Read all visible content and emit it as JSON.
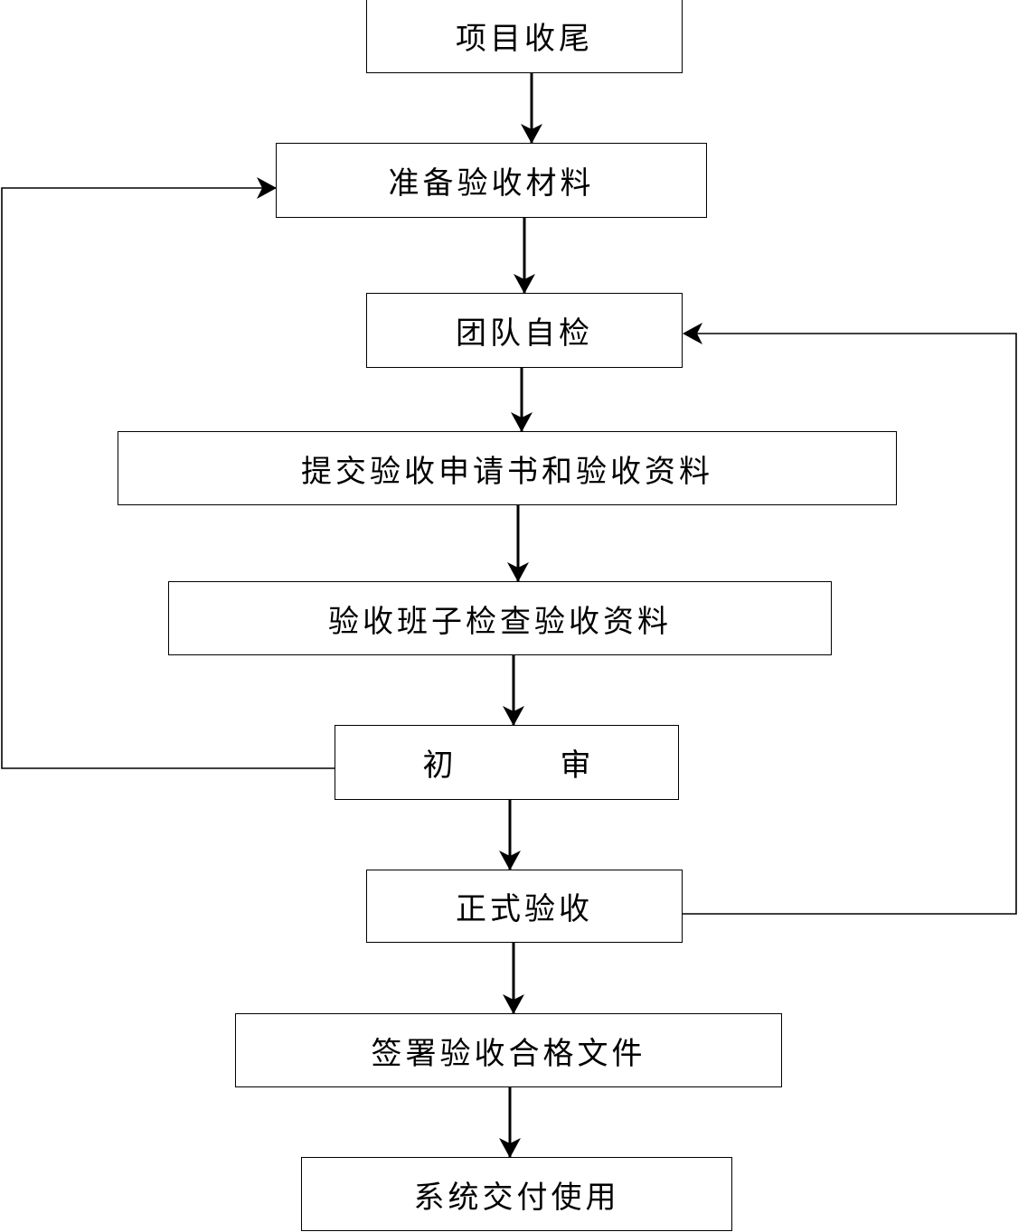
{
  "flowchart": {
    "nodes": [
      {
        "id": "project-closeout",
        "label": "项目收尾"
      },
      {
        "id": "prepare-materials",
        "label": "准备验收材料"
      },
      {
        "id": "team-self-check",
        "label": "团队自检"
      },
      {
        "id": "submit-application",
        "label": "提交验收申请书和验收资料"
      },
      {
        "id": "team-review-docs",
        "label": "验收班子检查验收资料"
      },
      {
        "id": "initial-review",
        "label": "初审"
      },
      {
        "id": "formal-acceptance",
        "label": "正式验收"
      },
      {
        "id": "sign-documents",
        "label": "签署验收合格文件"
      },
      {
        "id": "system-delivery",
        "label": "系统交付使用"
      }
    ],
    "edges": [
      {
        "from": "project-closeout",
        "to": "prepare-materials"
      },
      {
        "from": "prepare-materials",
        "to": "team-self-check"
      },
      {
        "from": "team-self-check",
        "to": "submit-application"
      },
      {
        "from": "submit-application",
        "to": "team-review-docs"
      },
      {
        "from": "team-review-docs",
        "to": "initial-review"
      },
      {
        "from": "initial-review",
        "to": "formal-acceptance"
      },
      {
        "from": "formal-acceptance",
        "to": "sign-documents"
      },
      {
        "from": "sign-documents",
        "to": "system-delivery"
      },
      {
        "from": "initial-review",
        "to": "prepare-materials"
      },
      {
        "from": "formal-acceptance",
        "to": "team-self-check"
      }
    ]
  },
  "colors": {
    "line": "#000000",
    "box_border": "#000000",
    "background": "#ffffff"
  }
}
